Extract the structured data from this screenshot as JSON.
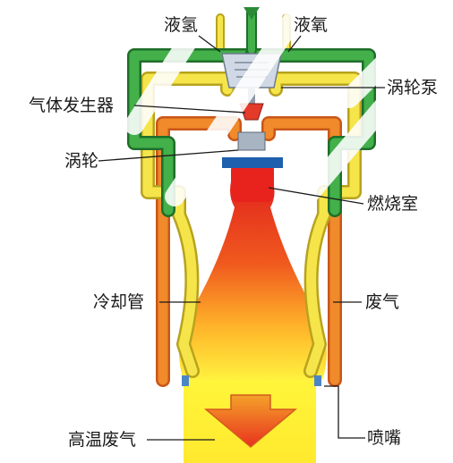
{
  "diagram": {
    "labels": {
      "liquid_hydrogen": "液氢",
      "liquid_oxygen": "液氧",
      "turbopump": "涡轮泵",
      "gas_generator": "气体发生器",
      "turbine": "涡轮",
      "combustion_chamber": "燃烧室",
      "cooling_tube": "冷却管",
      "exhaust": "废气",
      "high_temp_exhaust": "高温废气",
      "nozzle": "喷嘴"
    },
    "colors": {
      "hydrogen_line": "#3aa53a",
      "oxygen_line": "#f0e23c",
      "exhaust_line": "#f08a2a",
      "flame_core": "#e8231e",
      "flame_outer": "#ffe94a",
      "exhaust_plume": "#fff23e",
      "arrow": "#f06428"
    }
  }
}
